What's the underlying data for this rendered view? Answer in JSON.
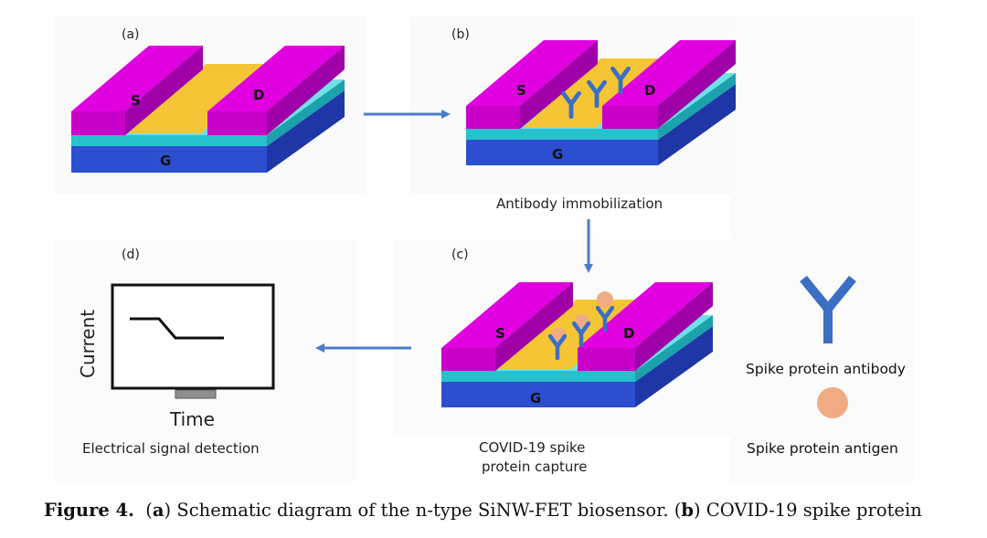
{
  "panels": {
    "a": {
      "label": "(a)",
      "source": "S",
      "drain": "D",
      "gate": "G"
    },
    "b": {
      "label": "(b)",
      "source": "S",
      "drain": "D",
      "gate": "G",
      "caption": "Antibody immobilization"
    },
    "c": {
      "label": "(c)",
      "source": "S",
      "drain": "D",
      "gate": "G",
      "caption_line1": "COVID-19 spike",
      "caption_line2": "protein capture"
    },
    "d": {
      "label": "(d)",
      "y_label": "Current",
      "x_label": "Time",
      "caption": "Electrical signal detection"
    }
  },
  "legend": {
    "antibody": "Spike protein antibody",
    "antigen": "Spike protein antigen"
  },
  "figure_caption": {
    "figure_label": "Figure 4.",
    "part_a_open": "(",
    "part_a_letter": "a",
    "part_a_text": ") Schematic diagram of the n-type SiNW-FET biosensor. (",
    "part_b_letter": "b",
    "part_b_text": ") COVID-19 spike protein"
  },
  "colors": {
    "electrode": "#e000e0",
    "channel": "#f5c535",
    "insulator": "#26c1cc",
    "gate": "#2c4fcf",
    "antibody": "#3b6fc4",
    "antigen": "#f0ab82",
    "arrow": "#4a7cc9"
  }
}
